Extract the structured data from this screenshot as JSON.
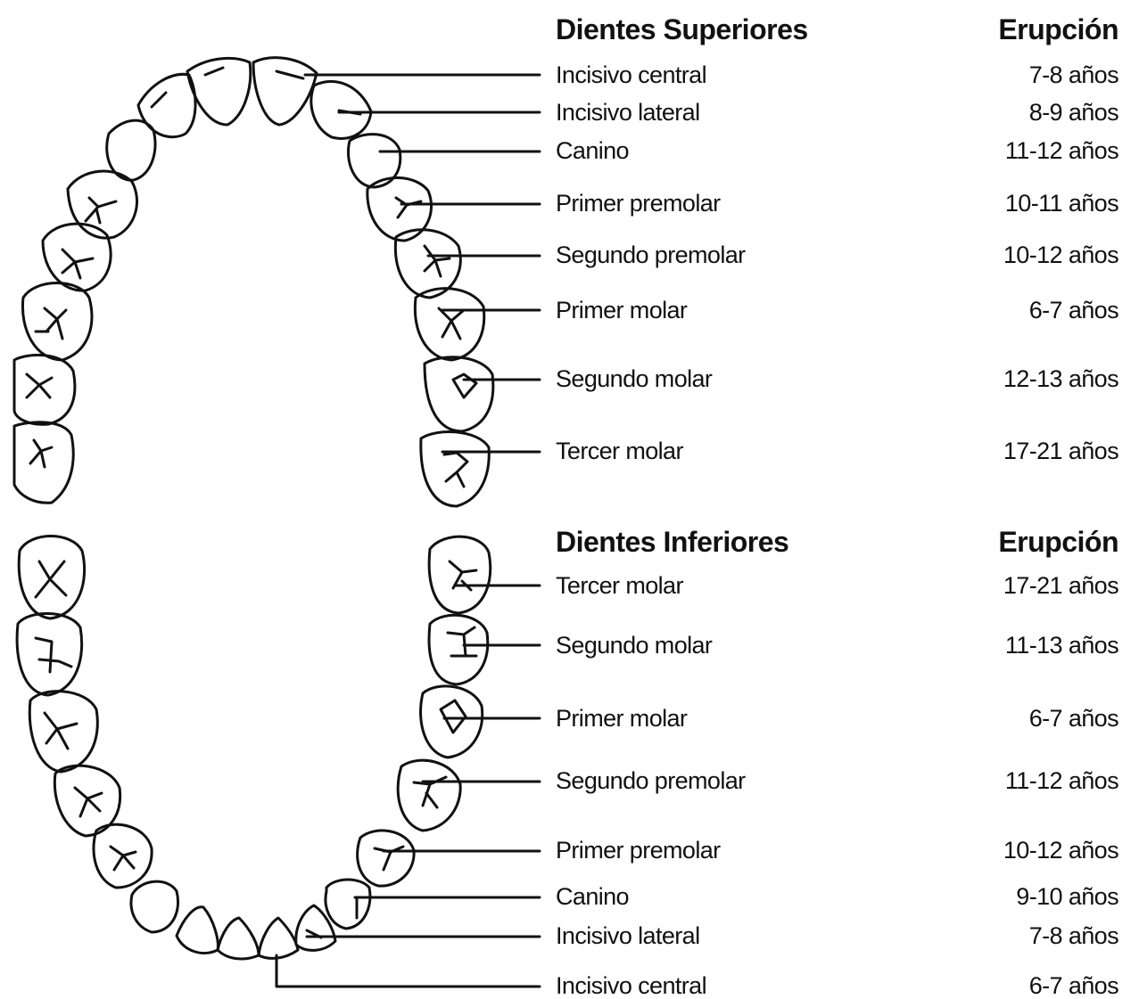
{
  "upper": {
    "heading": "Dientes Superiores",
    "eruption_heading": "Erupción",
    "teeth": [
      {
        "name": "Incisivo central",
        "eruption": "7-8 años"
      },
      {
        "name": "Incisivo lateral",
        "eruption": "8-9 años"
      },
      {
        "name": "Canino",
        "eruption": "11-12 años"
      },
      {
        "name": "Primer premolar",
        "eruption": "10-11 años"
      },
      {
        "name": "Segundo premolar",
        "eruption": "10-12 años"
      },
      {
        "name": "Primer molar",
        "eruption": "6-7 años"
      },
      {
        "name": "Segundo molar",
        "eruption": "12-13 años"
      },
      {
        "name": "Tercer molar",
        "eruption": "17-21 años"
      }
    ]
  },
  "lower": {
    "heading": "Dientes Inferiores",
    "eruption_heading": "Erupción",
    "teeth": [
      {
        "name": "Tercer molar",
        "eruption": "17-21 años"
      },
      {
        "name": "Segundo molar",
        "eruption": "11-13 años"
      },
      {
        "name": "Primer molar",
        "eruption": "6-7 años"
      },
      {
        "name": "Segundo premolar",
        "eruption": "11-12 años"
      },
      {
        "name": "Primer premolar",
        "eruption": "10-12 años"
      },
      {
        "name": "Canino",
        "eruption": "9-10 años"
      },
      {
        "name": "Incisivo lateral",
        "eruption": "7-8 años"
      },
      {
        "name": "Incisivo central",
        "eruption": "6-7 años"
      }
    ]
  }
}
